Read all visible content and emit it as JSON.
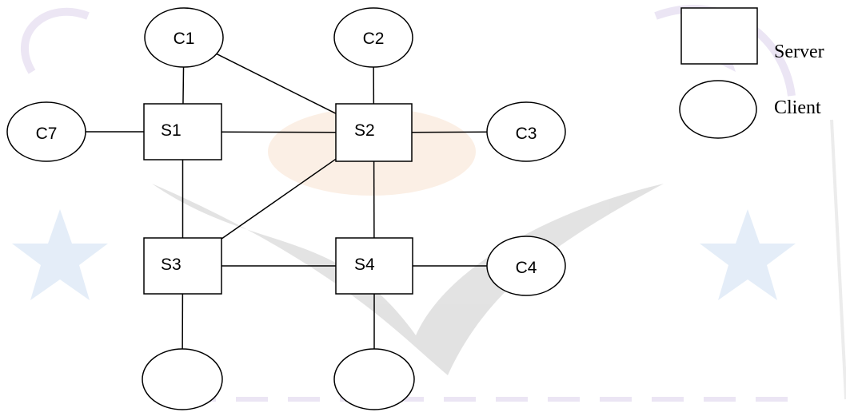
{
  "diagram": {
    "servers": [
      {
        "id": "S1",
        "label": "S1"
      },
      {
        "id": "S2",
        "label": "S2"
      },
      {
        "id": "S3",
        "label": "S3"
      },
      {
        "id": "S4",
        "label": "S4"
      }
    ],
    "clients": [
      {
        "id": "C1",
        "label": "C1"
      },
      {
        "id": "C2",
        "label": "C2"
      },
      {
        "id": "C3",
        "label": "C3"
      },
      {
        "id": "C4",
        "label": "C4"
      },
      {
        "id": "C7",
        "label": "C7"
      },
      {
        "id": "C5",
        "label": ""
      },
      {
        "id": "C6",
        "label": ""
      }
    ],
    "links": [
      [
        "C1",
        "S1"
      ],
      [
        "C1",
        "S2"
      ],
      [
        "C2",
        "S2"
      ],
      [
        "C7",
        "S1"
      ],
      [
        "S1",
        "S2"
      ],
      [
        "S2",
        "C3"
      ],
      [
        "S1",
        "S3"
      ],
      [
        "S2",
        "S3"
      ],
      [
        "S2",
        "S4"
      ],
      [
        "S3",
        "S4"
      ],
      [
        "S4",
        "C4"
      ],
      [
        "S3",
        "C5"
      ],
      [
        "S4",
        "C6"
      ]
    ]
  },
  "legend": {
    "server_label": "Server",
    "client_label": "Client"
  },
  "colors": {
    "stroke": "#000000",
    "background": "#ffffff",
    "watermark_purple": "#b9a6d8",
    "watermark_star": "#9fc0e6",
    "watermark_orange": "#f3c7a3",
    "watermark_gray": "#9a9a9a"
  }
}
